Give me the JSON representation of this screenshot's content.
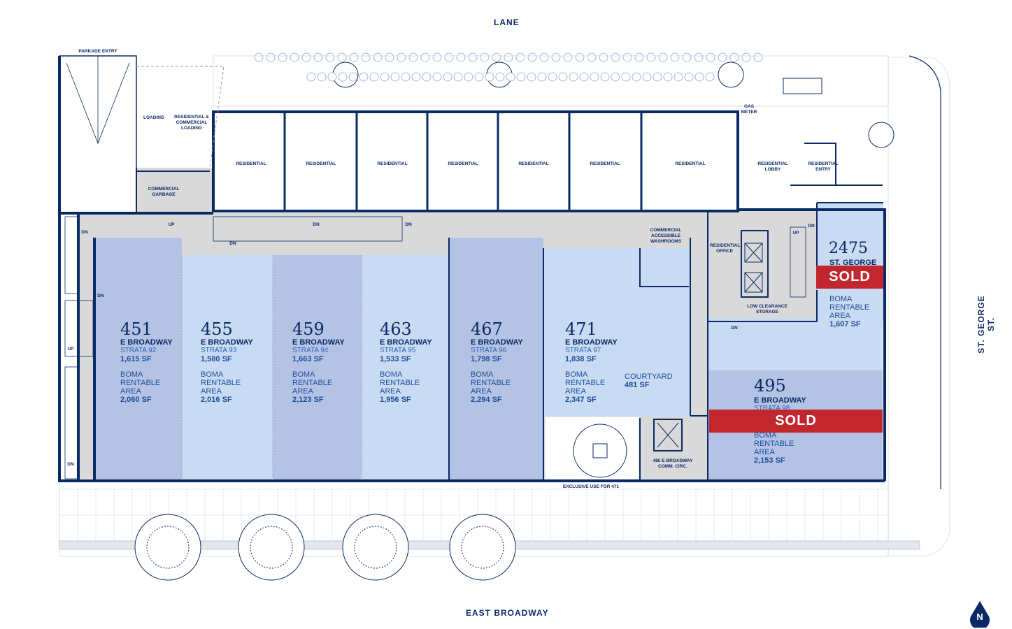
{
  "streets": {
    "lane": "LANE",
    "east_broadway": "EAST BROADWAY",
    "st_george": "ST. GEORGE ST."
  },
  "labels": {
    "parkade_entry": "PARKADE ENTRY",
    "loading": "LOADING",
    "res_comm_loading": "RESIDENTIAL & COMMERCIAL LOADING",
    "commercial_garbage": "COMMERCIAL GARBAGE",
    "residential": "RESIDENTIAL",
    "gas_meter": "GAS METER",
    "residential_lobby": "RESIDENTIAL LOBBY",
    "residential_entry": "RESIDENTIAL ENTRY",
    "residential_office": "RESIDENTIAL OFFICE",
    "commercial_washrooms": "COMMERCIAL ACCESSIBLE WASHROOMS",
    "low_clearance": "LOW CLEARANCE STORAGE",
    "comm_circ": "485 E BROADWAY COMM. CIRC.",
    "exclusive_use": "EXCLUSIVE USE FOR 471",
    "up": "UP",
    "dn": "DN",
    "north": "N"
  },
  "units": [
    {
      "num": "451",
      "street": "E BROADWAY",
      "strata": "STRATA 92",
      "sf": "1,615 SF",
      "boma": "BOMA",
      "rentable": "RENTABLE",
      "area": "AREA",
      "boma_sf": "2,060 SF"
    },
    {
      "num": "455",
      "street": "E BROADWAY",
      "strata": "STRATA 93",
      "sf": "1,580 SF",
      "boma": "BOMA",
      "rentable": "RENTABLE",
      "area": "AREA",
      "boma_sf": "2,016 SF"
    },
    {
      "num": "459",
      "street": "E BROADWAY",
      "strata": "STRATA 94",
      "sf": "1,663 SF",
      "boma": "BOMA",
      "rentable": "RENTABLE",
      "area": "AREA",
      "boma_sf": "2,123 SF"
    },
    {
      "num": "463",
      "street": "E BROADWAY",
      "strata": "STRATA 95",
      "sf": "1,533 SF",
      "boma": "BOMA",
      "rentable": "RENTABLE",
      "area": "AREA",
      "boma_sf": "1,956 SF"
    },
    {
      "num": "467",
      "street": "E BROADWAY",
      "strata": "STRATA 96",
      "sf": "1,798 SF",
      "boma": "BOMA",
      "rentable": "RENTABLE",
      "area": "AREA",
      "boma_sf": "2,294 SF"
    },
    {
      "num": "471",
      "street": "E BROADWAY",
      "strata": "STRATA 97",
      "sf": "1,838 SF",
      "boma": "BOMA",
      "rentable": "RENTABLE",
      "area": "AREA",
      "boma_sf": "2,347 SF"
    }
  ],
  "courtyard": {
    "label": "COURTYARD",
    "sf": "481 SF"
  },
  "unit_2475": {
    "num": "2475",
    "street": "ST. GEORGE",
    "boma": "BOMA",
    "rentable": "RENTABLE",
    "area": "AREA",
    "sf": "1,607 SF",
    "sold": "SOLD"
  },
  "unit_495": {
    "num": "495",
    "street": "E BROADWAY",
    "strata": "STRATA 98",
    "boma": "BOMA",
    "rentable": "RENTABLE",
    "area": "AREA",
    "sf": "2,153 SF",
    "sold": "SOLD"
  },
  "colors": {
    "navy": "#0a2a66",
    "unit_dark": "#b4c3e3",
    "unit_light": "#c8dbf3",
    "corridor": "#d9d9d9",
    "sold": "#c1272d"
  }
}
